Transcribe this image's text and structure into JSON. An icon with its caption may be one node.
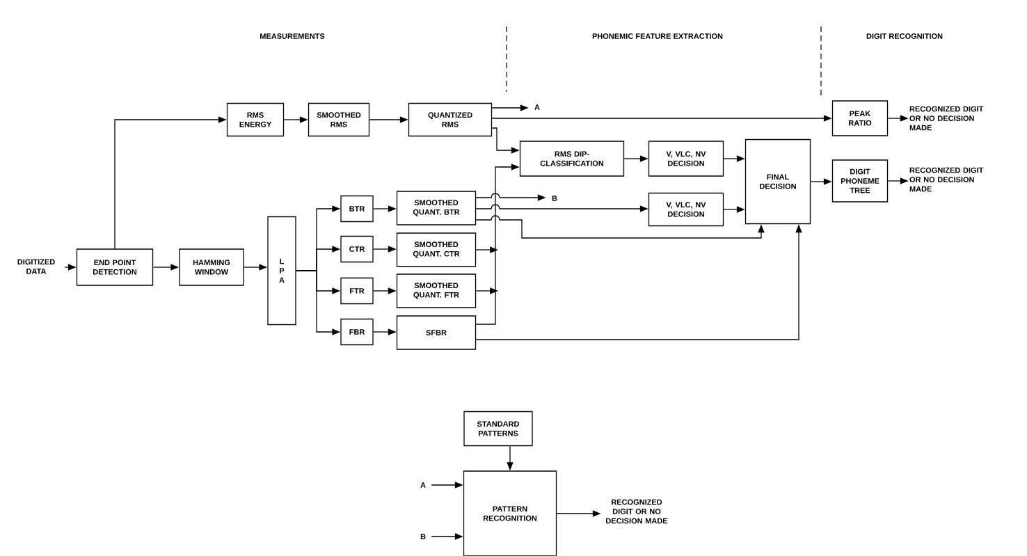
{
  "diagram": {
    "nodes": [
      {
        "text": [
          "DIGITIZED DATA"
        ]
      },
      {
        "text": [
          "END POINT DETECTION"
        ]
      },
      {
        "text": [
          "HAMMING WINDOW"
        ]
      },
      {
        "text": [
          "L P A"
        ]
      },
      {
        "text": [
          "RMS ENERGY"
        ]
      },
      {
        "text": [
          "SMOOTHED RMS"
        ]
      },
      {
        "text": [
          "QUANTIZED RMS"
        ]
      },
      {
        "text": [
          "A"
        ]
      },
      {
        "text": [
          "PEAK RATIO"
        ]
      },
      {
        "text": [
          "RECOGNIZED DIGIT OR NO DECISION MADE"
        ]
      },
      {
        "text": [
          "RMS DIP-CLASSIFICATION"
        ]
      },
      {
        "text": [
          "V, VLC, NV DECISION"
        ]
      },
      {
        "text": [
          "FINAL DECISION"
        ]
      },
      {
        "text": [
          "DIGIT PHONEME TREE"
        ]
      },
      {
        "text": [
          "RECOGNIZED DIGIT OR NO DECISION MADE"
        ]
      },
      {
        "text": [
          "BTR"
        ]
      },
      {
        "text": [
          "SMOOTHED QUANT. BTR"
        ]
      },
      {
        "text": [
          "B"
        ]
      },
      {
        "text": [
          "V, VLC, NV DECISION"
        ]
      },
      {
        "text": [
          "CTR"
        ]
      },
      {
        "text": [
          "SMOOTHED QUANT. CTR"
        ]
      },
      {
        "text": [
          "FTR"
        ]
      },
      {
        "text": [
          "SMOOTHED QUANT. FTR"
        ]
      },
      {
        "text": [
          "FBR"
        ]
      },
      {
        "text": [
          "SFBR"
        ]
      },
      {
        "text": [
          "STANDARD PATTERNS"
        ]
      },
      {
        "text": [
          "A"
        ]
      },
      {
        "text": [
          "PATTERN RECOGNITION"
        ]
      },
      {
        "text": [
          "B"
        ]
      },
      {
        "text": [
          "RECOGNIZED DIGIT OR NO DECISION MADE"
        ]
      }
    ],
    "edges": [
      {
        "from": 0,
        "to": 1,
        "arrow": "to"
      },
      {
        "from": 1,
        "to": 2,
        "arrow": "to"
      },
      {
        "from": 2,
        "to": 3,
        "arrow": "to"
      },
      {
        "from": 1,
        "to": 4,
        "arrow": "to"
      },
      {
        "from": 4,
        "to": 5,
        "arrow": "to"
      },
      {
        "from": 5,
        "to": 6,
        "arrow": "to"
      },
      {
        "from": 6,
        "to": 7,
        "arrow": "to"
      },
      {
        "from": 6,
        "to": 8,
        "arrow": "to"
      },
      {
        "from": 6,
        "to": 10,
        "arrow": "to"
      },
      {
        "from": 3,
        "to": 15,
        "arrow": "to"
      },
      {
        "from": 3,
        "to": 19,
        "arrow": "to"
      },
      {
        "from": 3,
        "to": 21,
        "arrow": "to"
      },
      {
        "from": 3,
        "to": 23,
        "arrow": "to"
      },
      {
        "from": 15,
        "to": 16,
        "arrow": "to"
      },
      {
        "from": 19,
        "to": 20,
        "arrow": "to"
      },
      {
        "from": 21,
        "to": 22,
        "arrow": "to"
      },
      {
        "from": 23,
        "to": 24,
        "arrow": "to"
      },
      {
        "from": 16,
        "to": 17,
        "arrow": "to"
      },
      {
        "from": 16,
        "to": 18,
        "arrow": "to"
      },
      {
        "from": 16,
        "to": 12,
        "arrow": "to"
      },
      {
        "from": 24,
        "to": 10,
        "arrow": "to"
      },
      {
        "from": 24,
        "to": 12,
        "arrow": "to"
      },
      {
        "from": 10,
        "to": 11,
        "arrow": "to"
      },
      {
        "from": 11,
        "to": 12,
        "arrow": "to"
      },
      {
        "from": 18,
        "to": 12,
        "arrow": "to"
      },
      {
        "from": 8,
        "to": 9,
        "arrow": "to"
      },
      {
        "from": 12,
        "to": 13,
        "arrow": "to"
      },
      {
        "from": 13,
        "to": 14,
        "arrow": "to"
      },
      {
        "from": 20,
        "to": null,
        "arrow": "to"
      },
      {
        "from": 22,
        "to": null,
        "arrow": "to"
      },
      {
        "from": 25,
        "to": 27,
        "arrow": "to"
      },
      {
        "from": 26,
        "to": 27,
        "arrow": "to"
      },
      {
        "from": 28,
        "to": 27,
        "arrow": "to"
      },
      {
        "from": 27,
        "to": 29,
        "arrow": "to"
      }
    ],
    "labels": [
      "MEASUREMENTS",
      "PHONEMIC FEATURE EXTRACTION",
      "DIGIT RECOGNITION"
    ]
  }
}
